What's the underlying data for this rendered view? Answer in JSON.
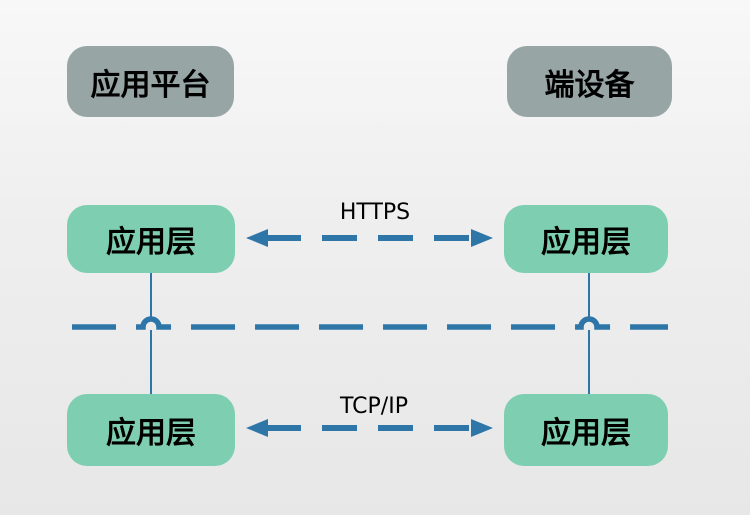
{
  "diagram": {
    "headers": {
      "left": "应用平台",
      "right": "端设备"
    },
    "layers": {
      "middle_left": "应用层",
      "middle_right": "应用层",
      "bottom_left": "应用层",
      "bottom_right": "应用层"
    },
    "links": {
      "top_label": "HTTPS",
      "bottom_label": "TCP/IP"
    },
    "colors": {
      "header_fill": "#97a5a4",
      "layer_fill": "#7ecfb2",
      "connector_blue": "#2e75a8",
      "text": "#000000",
      "background": "#ededed"
    }
  }
}
